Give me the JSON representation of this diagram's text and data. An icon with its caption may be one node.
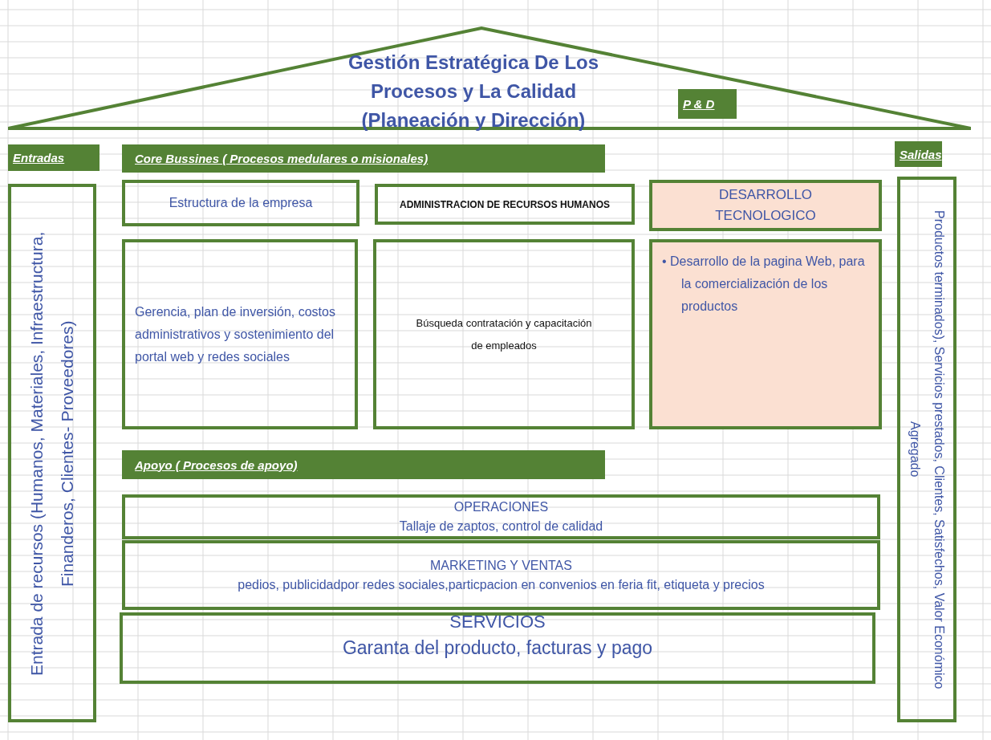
{
  "diagram": {
    "nodes": [
      {
        "text": [
          "Gestión Estratégica De Los Procesos y La Calidad (Planeación y Dirección)"
        ]
      },
      {
        "text": [
          "P & D"
        ],
        "in": 0
      },
      {
        "text": [
          "Entradas"
        ]
      },
      {
        "text": [
          "Core Bussines ( Procesos medulares o misionales)"
        ]
      },
      {
        "text": [
          "Salidas"
        ]
      },
      {
        "text": [
          "Entrada de recursos (Humanos, Materiales, Infraestructura, Finanderos, Clientes- Proveedores)"
        ]
      },
      {
        "text": [
          "Estructura de la empresa"
        ]
      },
      {
        "text": [
          "ADMINISTRACION DE RECURSOS HUMANOS"
        ]
      },
      {
        "text": [
          "DESARROLLO TECNOLOGICO"
        ]
      },
      {
        "text": [
          "Gerencia, plan de inversión, costos administrativos y sostenimiento del portal web y redes sociales"
        ]
      },
      {
        "text": [
          "Búsqueda contratación y capacitación de empleados"
        ]
      },
      {
        "text": [
          "• Desarrollo de la pagina Web, para la comercialización de los productos"
        ]
      },
      {
        "text": [
          "Apoyo ( Procesos de apoyo)"
        ]
      },
      {
        "text": [
          "OPERACIONES",
          "Tallaje de zaptos, control de calidad"
        ]
      },
      {
        "text": [
          "MARKETING Y VENTAS",
          "pedios, publicidadpor redes sociales,particpacion en convenios en feria fit, etiqueta y precios"
        ]
      },
      {
        "text": [
          "SERVICIOS",
          "Garanta del producto,  facturas y pago"
        ]
      },
      {
        "text": [
          "Productos terminados), Servicios prestados, Clientes, Satisfechos, Valor Económico Agregado"
        ]
      }
    ]
  }
}
